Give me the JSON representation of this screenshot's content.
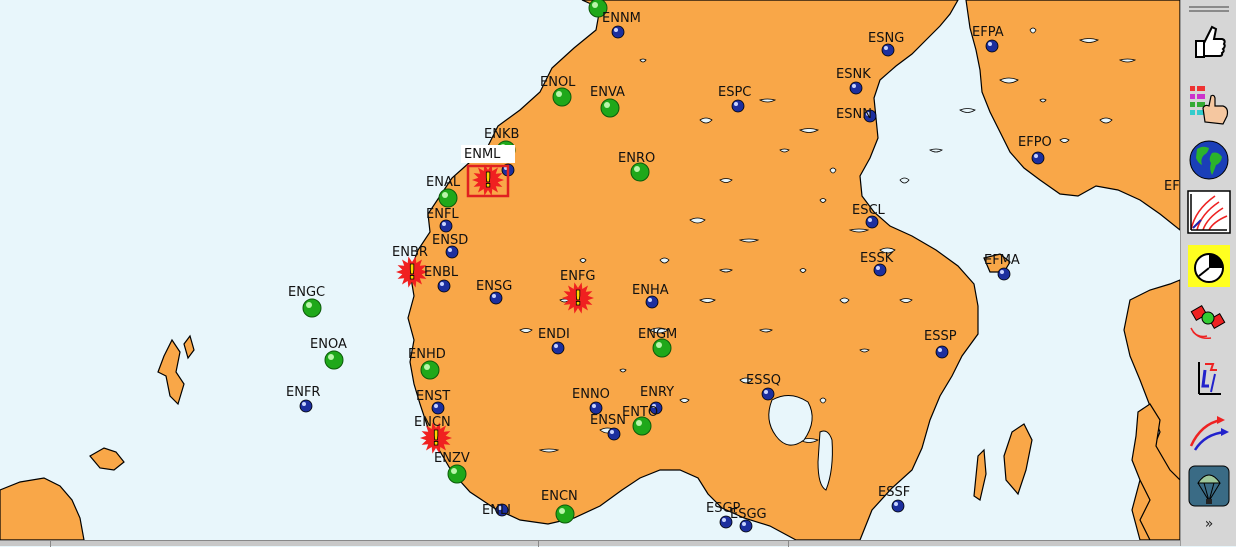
{
  "colors": {
    "sea": "#e8f6fb",
    "land": "#f9a748",
    "coast": "#000000",
    "operational_station": "#1fa81a",
    "info_station": "#1c2f9e",
    "warning_burst": "#f02020",
    "warning_mark": "#ffd400",
    "selection_box": "#e02020"
  },
  "map": {
    "selected_label": "ENML",
    "operational_stations": [
      {
        "id": "ENOL",
        "label": "ENOL"
      },
      {
        "id": "ENVA",
        "label": "ENVA"
      },
      {
        "id": "ENKB",
        "label": "ENKB"
      },
      {
        "id": "ENRO",
        "label": "ENRO"
      },
      {
        "id": "ENAL",
        "label": "ENAL"
      },
      {
        "id": "ENGC",
        "label": "ENGC"
      },
      {
        "id": "ENOA",
        "label": "ENOA"
      },
      {
        "id": "ENGM",
        "label": "ENGM"
      },
      {
        "id": "ENHD",
        "label": "ENHD"
      },
      {
        "id": "ENTO",
        "label": "ENTO"
      },
      {
        "id": "ENZV",
        "label": "ENZV"
      },
      {
        "id": "ENCN",
        "label": "ENCN"
      },
      {
        "id": "ENNM",
        "label": ""
      }
    ],
    "info_stations": [
      {
        "id": "ENNM",
        "label": "ENNM"
      },
      {
        "id": "ESNG",
        "label": "ESNG"
      },
      {
        "id": "EFPA",
        "label": "EFPA"
      },
      {
        "id": "ESNK",
        "label": "ESNK"
      },
      {
        "id": "ESPC",
        "label": "ESPC"
      },
      {
        "id": "ESNN",
        "label": "ESNN"
      },
      {
        "id": "EFPO",
        "label": "EFPO"
      },
      {
        "id": "ENFL",
        "label": "ENFL"
      },
      {
        "id": "ENSD",
        "label": "ENSD"
      },
      {
        "id": "ENBL",
        "label": "ENBL"
      },
      {
        "id": "ENSG",
        "label": "ENSG"
      },
      {
        "id": "ESCL",
        "label": "ESCL"
      },
      {
        "id": "ESSK",
        "label": "ESSK"
      },
      {
        "id": "EFMA",
        "label": "EFMA"
      },
      {
        "id": "ENHA",
        "label": "ENHA"
      },
      {
        "id": "ENDI",
        "label": "ENDI"
      },
      {
        "id": "ESSP",
        "label": "ESSP"
      },
      {
        "id": "ESSQ",
        "label": "ESSQ"
      },
      {
        "id": "ENFR",
        "label": "ENFR"
      },
      {
        "id": "ENNO",
        "label": "ENNO"
      },
      {
        "id": "ENRY",
        "label": "ENRY"
      },
      {
        "id": "ENSN",
        "label": "ENSN"
      },
      {
        "id": "ENST",
        "label": "ENST"
      },
      {
        "id": "ENLI",
        "label": "ENLI"
      },
      {
        "id": "ESSF",
        "label": "ESSF"
      },
      {
        "id": "ESGP",
        "label": "ESGP"
      },
      {
        "id": "ESGG",
        "label": "ESGG"
      },
      {
        "id": "ENHK",
        "label": ""
      }
    ],
    "warning_stations": [
      {
        "id": "ENML",
        "label": "ENML"
      },
      {
        "id": "ENBR",
        "label": "ENBR"
      },
      {
        "id": "ENFG",
        "label": "ENFG"
      },
      {
        "id": "ENCN2",
        "label": "ENCN"
      }
    ],
    "edge_labels": [
      {
        "id": "EF_edge",
        "label": "EF"
      }
    ]
  },
  "toolbar": {
    "buttons": [
      {
        "id": "thumbs-up",
        "icon": "thumbs-up-icon"
      },
      {
        "id": "layer-select",
        "icon": "layer-select-icon"
      },
      {
        "id": "globe",
        "icon": "globe-icon"
      },
      {
        "id": "radar",
        "icon": "radar-icon"
      },
      {
        "id": "wind-clock",
        "icon": "wind-clock-icon"
      },
      {
        "id": "satellite",
        "icon": "satellite-icon"
      },
      {
        "id": "sounding",
        "icon": "sounding-icon"
      },
      {
        "id": "trajectory",
        "icon": "trajectory-icon"
      },
      {
        "id": "balloon",
        "icon": "balloon-icon"
      }
    ],
    "more": "»"
  }
}
